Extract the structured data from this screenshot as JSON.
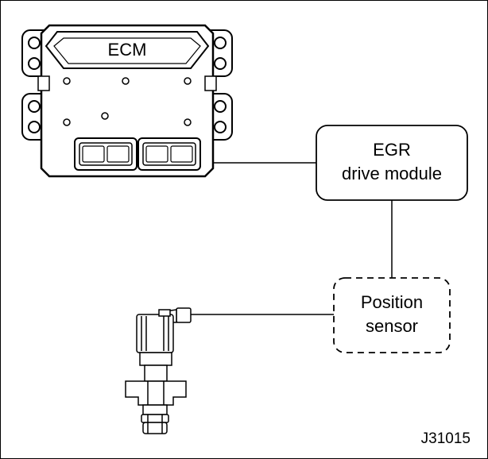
{
  "diagram": {
    "ecm_label": "ECM",
    "egr_module": {
      "line1": "EGR",
      "line2": "drive module"
    },
    "position_sensor": {
      "line1": "Position",
      "line2": "sensor"
    },
    "figure_id": "J31015"
  }
}
